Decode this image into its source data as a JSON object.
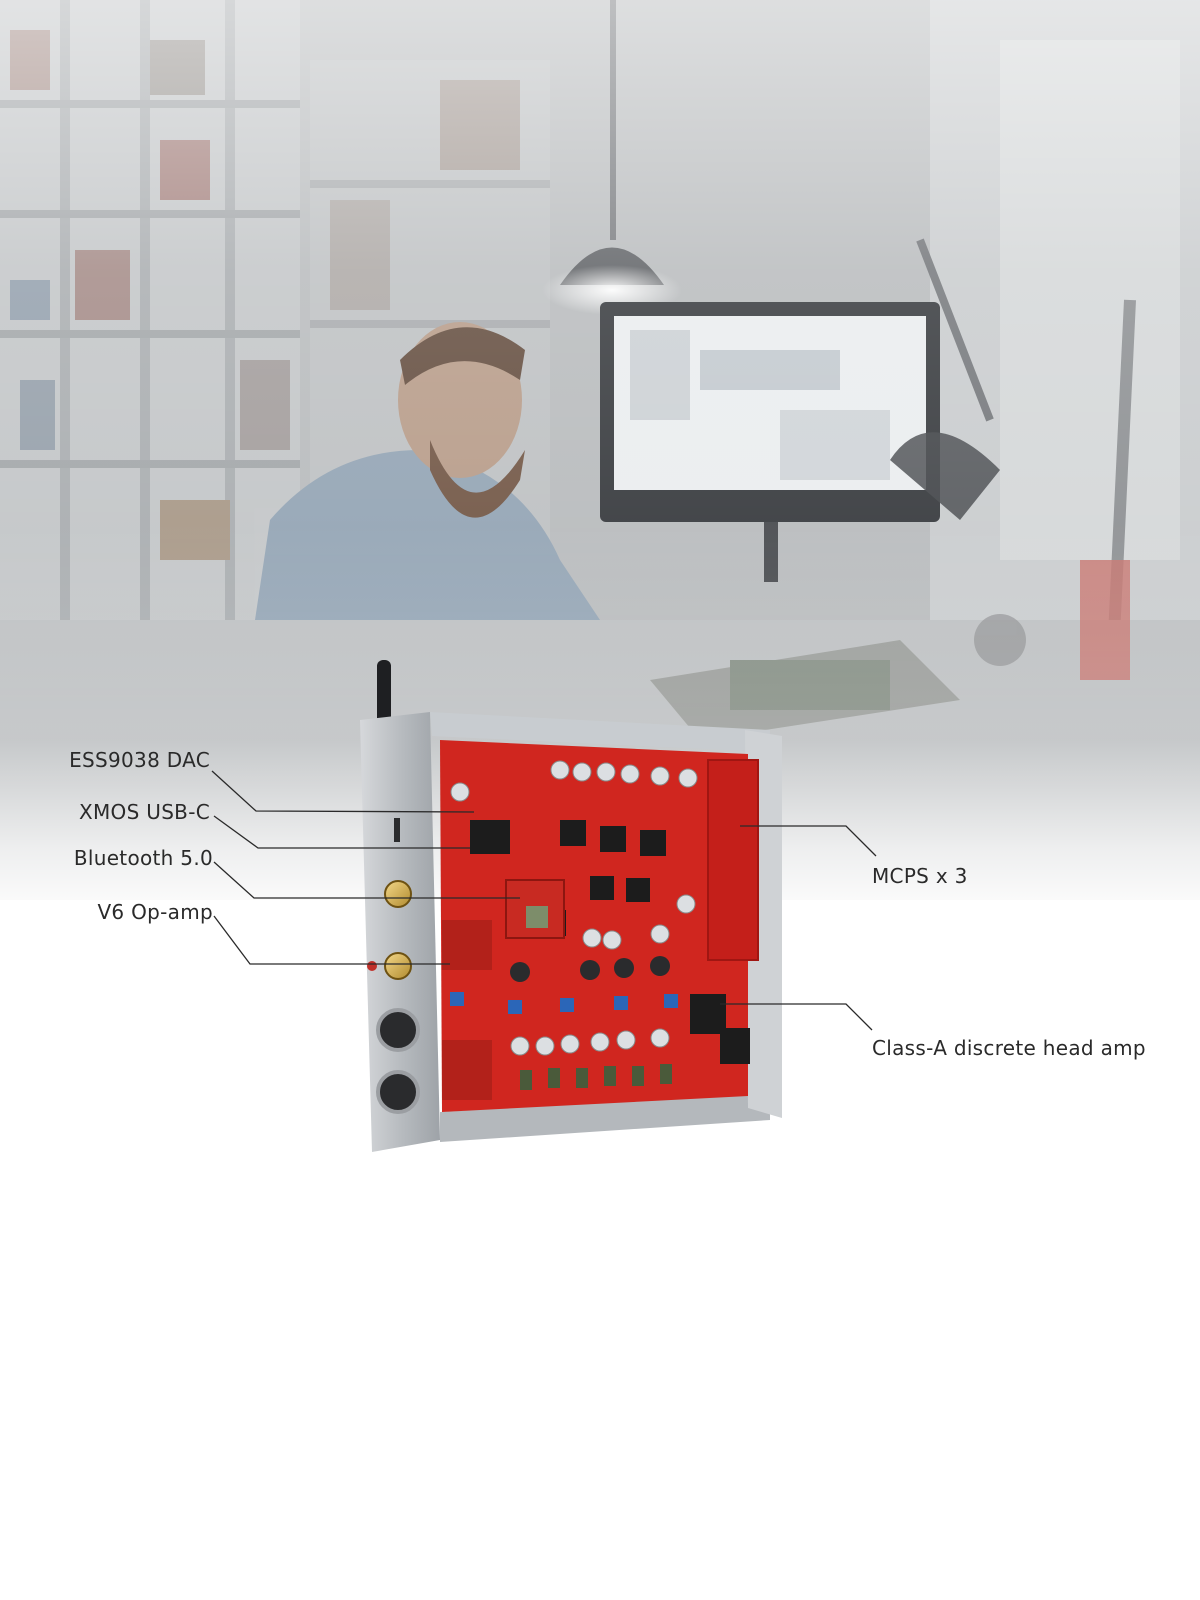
{
  "callouts": {
    "ess_dac": "ESS9038 DAC",
    "xmos_usb": "XMOS USB-C",
    "bluetooth": "Bluetooth 5.0",
    "op_amp": "V6 Op-amp",
    "mcps": "MCPS x 3",
    "class_a": "Class-A discrete head amp"
  }
}
